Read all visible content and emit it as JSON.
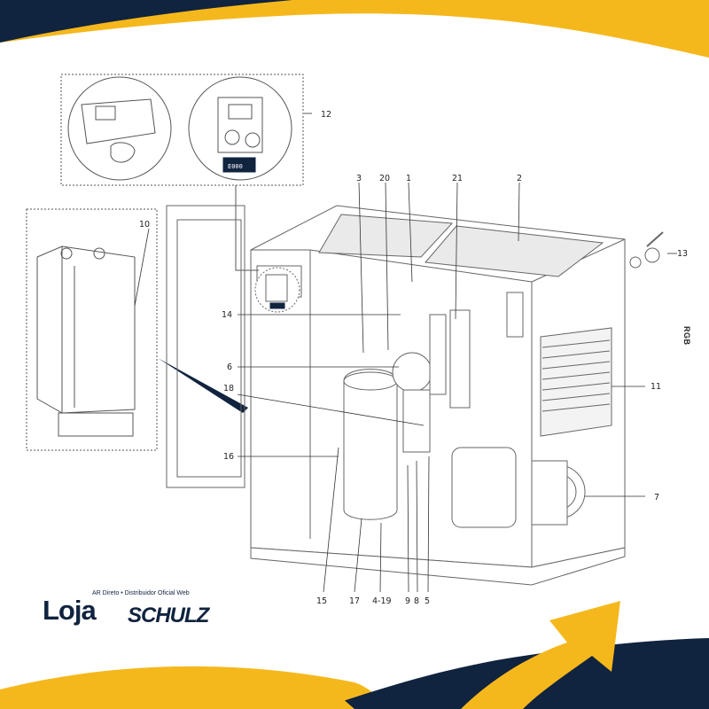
{
  "brand": {
    "logo_main": "Loja",
    "logo_sub": "SCHULZ",
    "tagline": "AR Direto • Distribuidor Oficial Web",
    "color_navy": "#10233f",
    "color_yellow": "#f5b81c"
  },
  "side_mark": "RGB",
  "callouts": {
    "c1": "1",
    "c2": "2",
    "c3": "3",
    "c4_19": "4-19",
    "c5": "5",
    "c6": "6",
    "c7": "7",
    "c8": "8",
    "c9": "9",
    "c10": "10",
    "c11": "11",
    "c12": "12",
    "c13": "13",
    "c14": "14",
    "c15": "15",
    "c16": "16",
    "c17": "17",
    "c18": "18",
    "c20": "20",
    "c21": "21"
  },
  "controller_display": "E000"
}
